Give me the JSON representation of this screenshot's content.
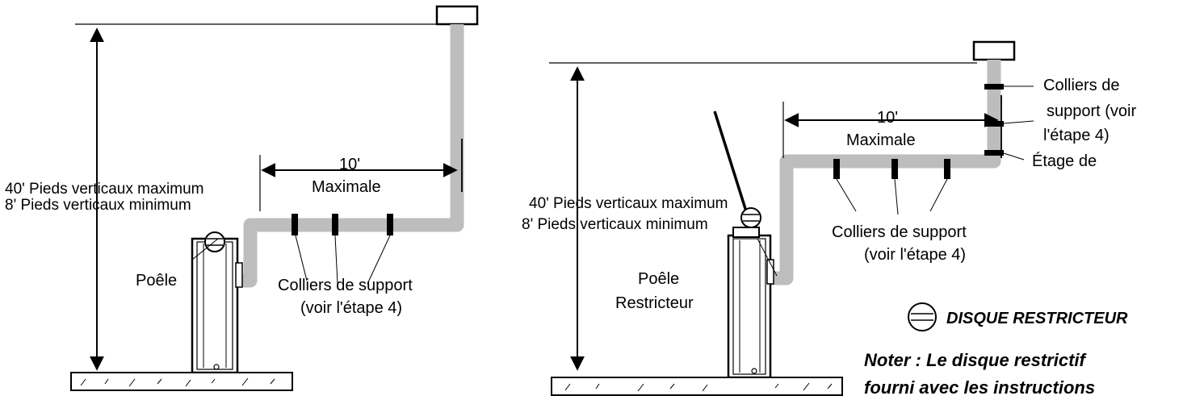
{
  "colors": {
    "pipe": "#bdbdbd",
    "ink": "#000000"
  },
  "icons": {
    "restrictor": "restrictor-disc-icon"
  },
  "left_diagram": {
    "horizontal_length": "10'",
    "horizontal_length_note": "Maximale",
    "height_line1": "40' Pieds verticaux maximum",
    "height_line2": "8' Pieds verticaux minimum",
    "stove_label": "Poêle",
    "support_label_line1": "Colliers de support",
    "support_label_line2": "(voir l'étape 4)"
  },
  "right_diagram": {
    "horizontal_length": "10'",
    "horizontal_length_note": "Maximale",
    "height_line1": "40' Pieds verticaux maximum",
    "height_line2": "8' Pieds verticaux minimum",
    "stove_label_line1": "Poêle",
    "support_label_top_line1": "Colliers de",
    "support_label_top_line2": "support (voir",
    "support_label_top_line3": "l'étape 4)",
    "support_label_top_line4": "Étage de",
    "support_label_bottom_line1": "Colliers de support",
    "support_label_bottom_line2": "(voir l'étape 4)",
    "stove_label_line2": "Restricteur"
  },
  "legend": {
    "restrictor_label": "DISQUE RESTRICTEUR",
    "note_line1": "Noter : Le disque restrictif",
    "note_line2": "fourni avec les instructions"
  }
}
